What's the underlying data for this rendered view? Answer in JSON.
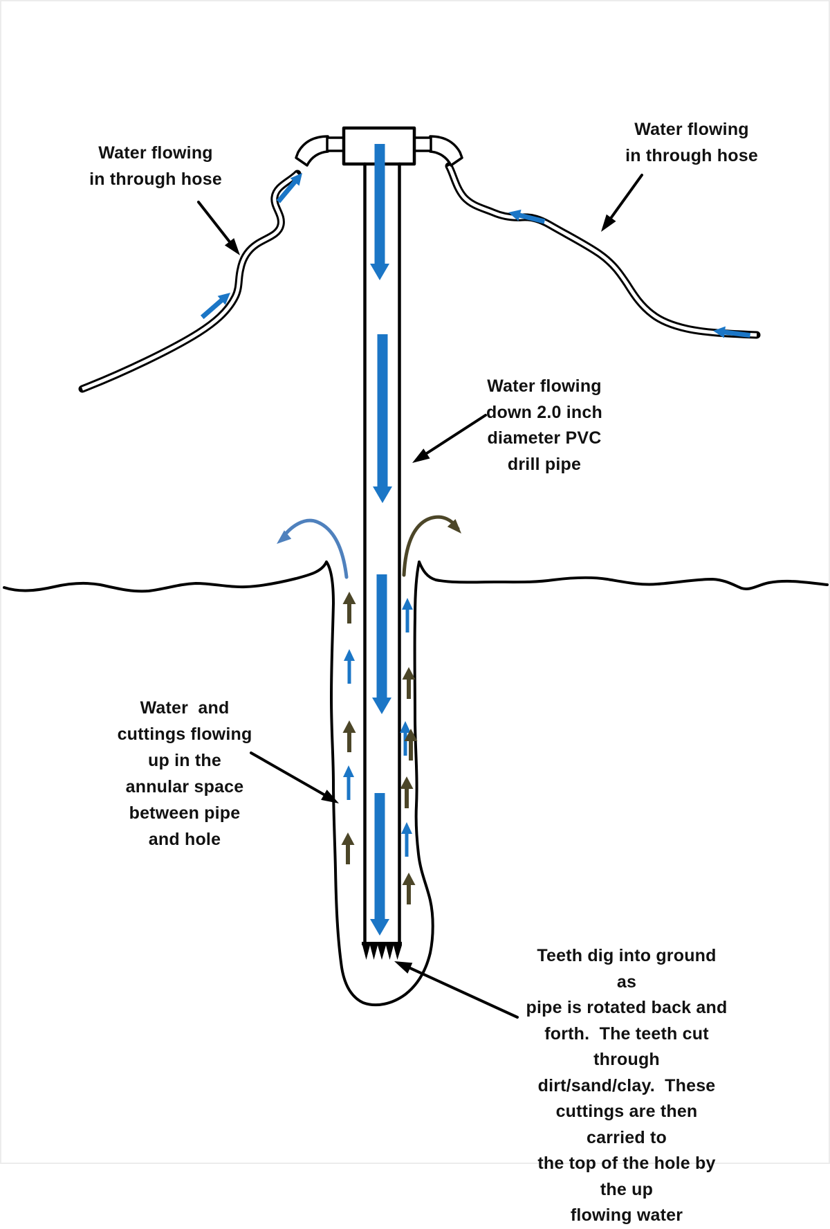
{
  "diagram": {
    "background": "#ffffff",
    "colors": {
      "ink": "#000000",
      "water_blue": "#1b76c6",
      "water_arc_blue": "#4f81bd",
      "cuttings_olive": "#4c4628"
    },
    "labels": {
      "hose_left": "Water flowing\nin through hose",
      "hose_right": "Water flowing\nin through hose",
      "drill_pipe": "Water flowing\ndown 2.0 inch\ndiameter PVC\ndrill pipe",
      "annular_space": "Water  and\ncuttings flowing\nup in the\nannular space\nbetween pipe\nand hole",
      "teeth": "Teeth dig into ground as\npipe is rotated back and\nforth.  The teeth cut through\ndirt/sand/clay.  These\ncuttings are then carried to\nthe top of the hole by the up\nflowing water"
    }
  }
}
